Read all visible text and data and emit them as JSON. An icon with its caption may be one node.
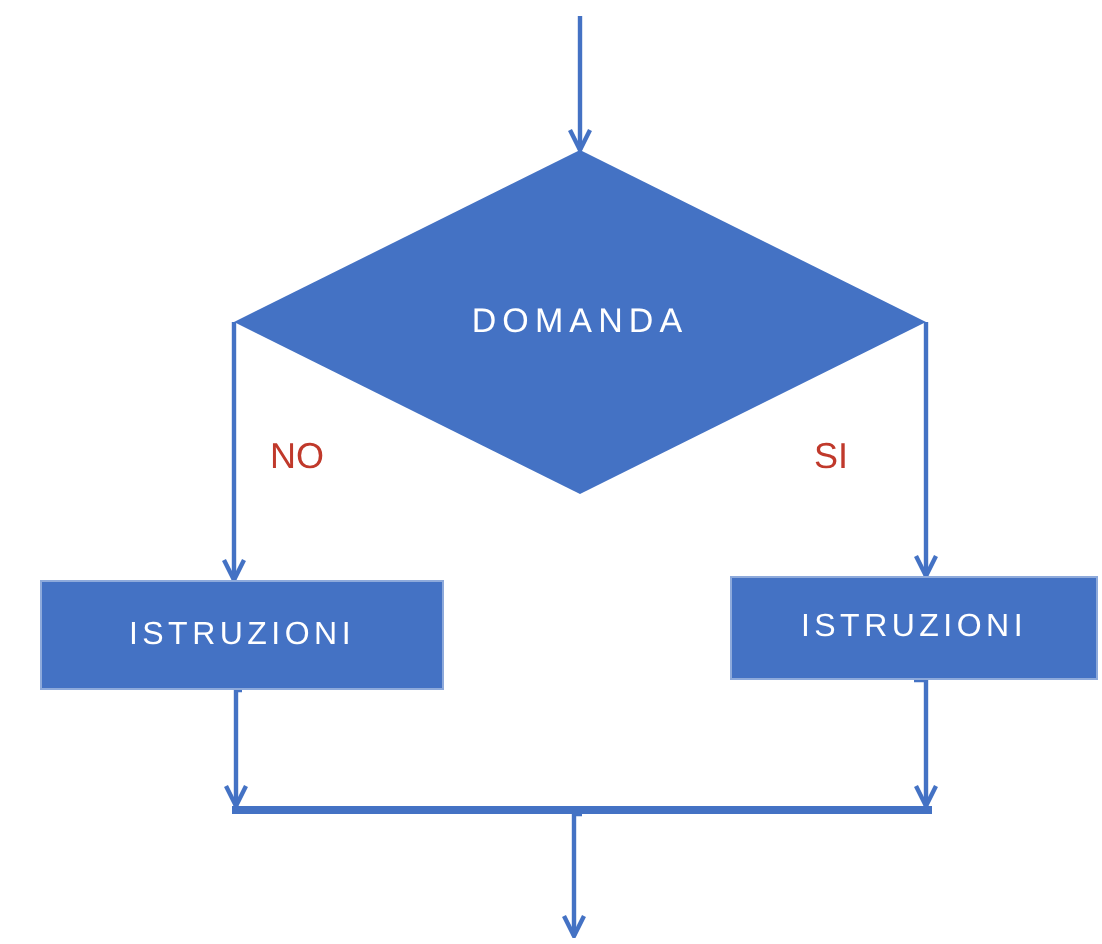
{
  "diagram": {
    "nodes": [
      {
        "text": [
          "DOMANDA"
        ]
      },
      {
        "text": [
          "ISTRUZIONI"
        ]
      },
      {
        "text": [
          "ISTRUZIONI"
        ]
      },
      {
        "text": [],
        "shape": "bar"
      }
    ],
    "edges": [
      {
        "from": null,
        "to": 0,
        "arrow": "to"
      },
      {
        "from": 0,
        "to": 1,
        "arrow": "to",
        "label": "NO"
      },
      {
        "from": 0,
        "to": 2,
        "arrow": "to",
        "label": "SI"
      },
      {
        "from": 1,
        "to": 3,
        "arrow": "to"
      },
      {
        "from": 2,
        "to": 3,
        "arrow": "to"
      },
      {
        "from": 3,
        "to": null,
        "arrow": "to"
      }
    ]
  }
}
